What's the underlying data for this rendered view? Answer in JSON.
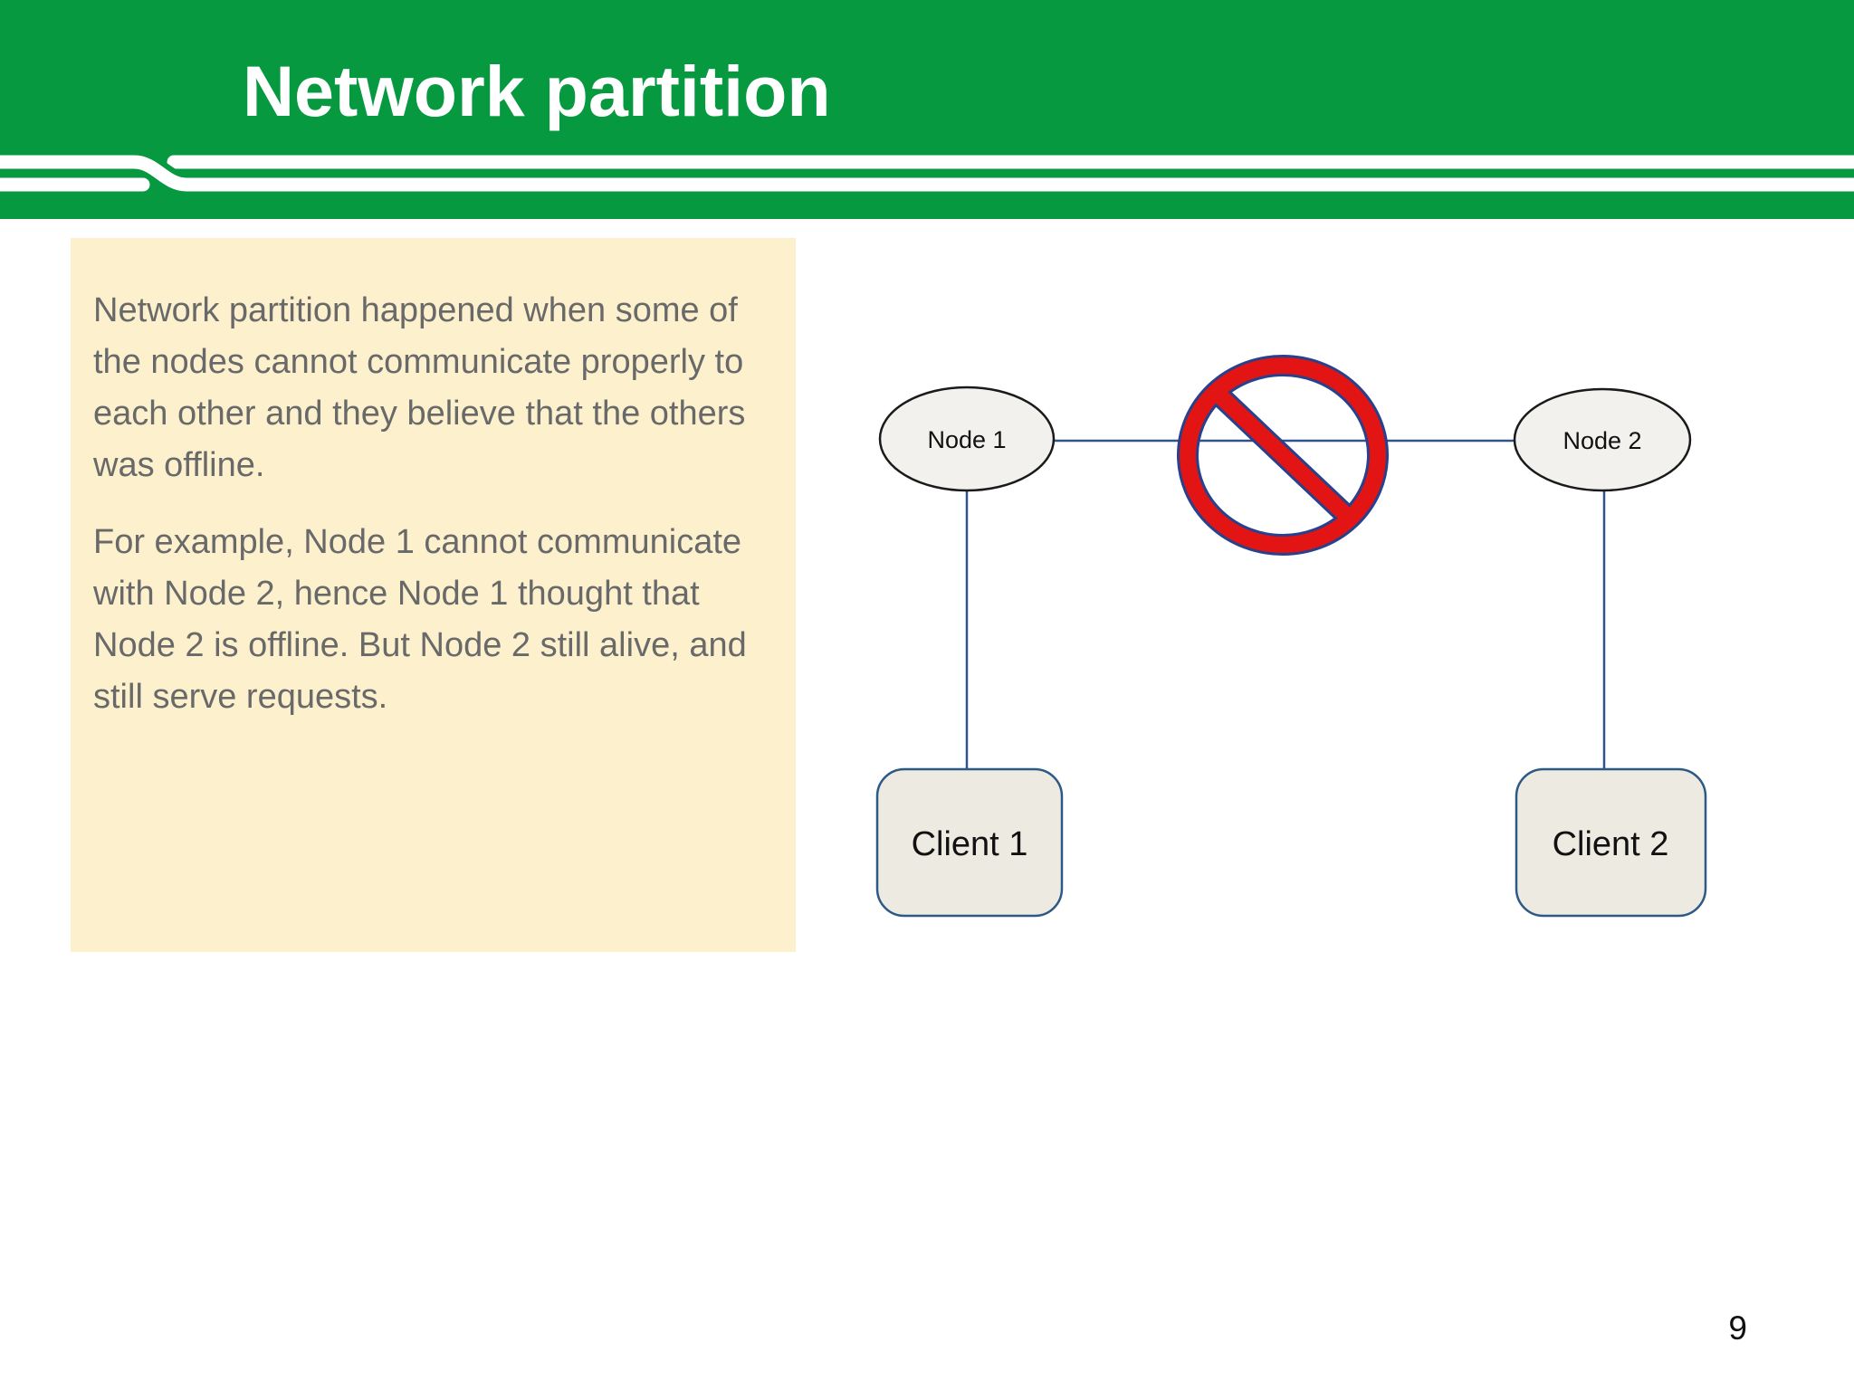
{
  "slide": {
    "title": "Network partition",
    "page_number": "9"
  },
  "info_box": {
    "paragraphs": [
      {
        "lines": [
          "Network partition happened when some of",
          "the nodes cannot communicate properly to",
          "each other and they believe that the others",
          "was offline."
        ]
      },
      {
        "lines": [
          "For example, Node 1 cannot communicate",
          "with Node 2, hence Node 1 thought that",
          "Node 2 is offline. But Node 2 still alive, and",
          "still serve requests."
        ]
      }
    ]
  },
  "diagram": {
    "node1_label": "Node 1",
    "node2_label": "Node 2",
    "client1_label": "Client 1",
    "client2_label": "Client 2",
    "blocked_link_icon": "no-entry-prohibition-sign"
  },
  "colors": {
    "header_green": "#069940",
    "info_box_bg": "#FDF1CD",
    "body_text_gray": "#696969",
    "connector_blue": "#31538C",
    "client_border_blue": "#2D5986",
    "node_fill": "#F2F1EE",
    "client_fill": "#EDEAE1",
    "prohibition_red": "#E21414",
    "prohibition_outline_navy": "#27418C"
  }
}
